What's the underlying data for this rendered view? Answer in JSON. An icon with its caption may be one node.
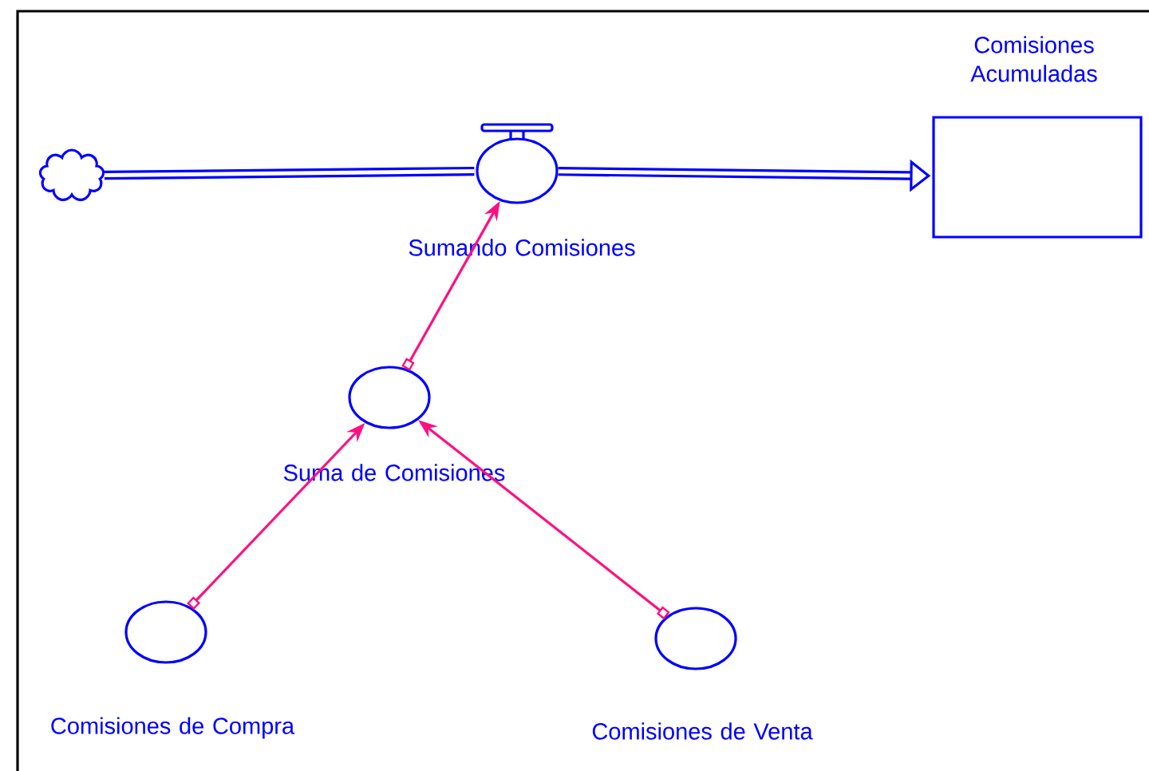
{
  "diagram": {
    "nodes": [
      {
        "text": [],
        "shape": "cloud"
      },
      {
        "text": [
          "Sumando Comisiones"
        ]
      },
      {
        "text": [
          "Comisiones Acumuladas"
        ]
      },
      {
        "text": [
          "Suma de Comisiones"
        ]
      },
      {
        "text": [
          "Comisiones de Compra"
        ]
      },
      {
        "text": [
          "Comisiones de Venta"
        ]
      }
    ],
    "edges": [
      {
        "from": 0,
        "to": 1,
        "arrow": "none",
        "style": "thick",
        "color": "#0000ff"
      },
      {
        "from": 1,
        "to": 2,
        "arrow": "to",
        "style": "thick",
        "color": "#0000ff"
      },
      {
        "from": 3,
        "to": 1,
        "arrow": "to"
      },
      {
        "from": 4,
        "to": 3,
        "arrow": "to"
      },
      {
        "from": 5,
        "to": 3,
        "arrow": "to"
      }
    ]
  }
}
